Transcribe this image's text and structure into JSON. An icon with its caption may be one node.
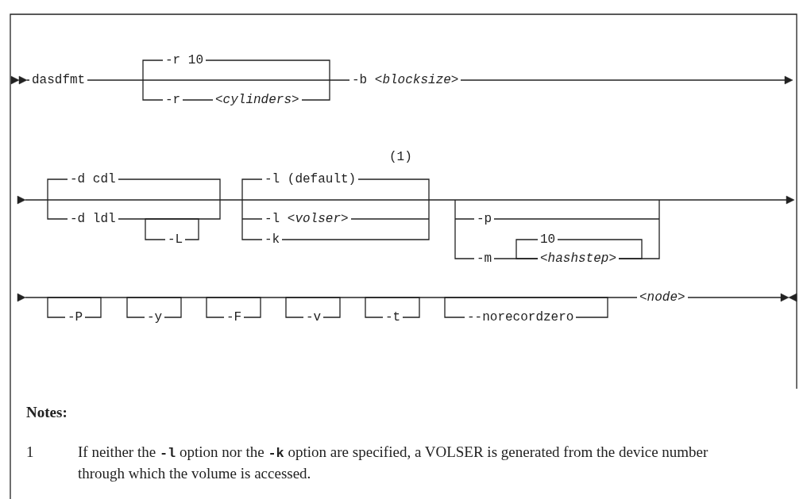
{
  "diagram": {
    "labels": [
      "dasdfmt",
      "-r 10",
      "-r",
      "<cylinders>",
      "-b *<blocksize>*",
      "(1)",
      "-d cdl",
      "-l (default)",
      "-d ldl",
      "-l *<volser>*",
      "-p",
      "-L",
      "-k",
      "10",
      "-m",
      "<hashstep>",
      "-P",
      "-y",
      "-F",
      "-v",
      "-t",
      "--norecordzero",
      "<node>",
      "Notes:",
      "1",
      "If neither the **-l** option nor the **-k** option are specified, a VOLSER is generated from the device number through which the volume is accessed."
    ]
  }
}
